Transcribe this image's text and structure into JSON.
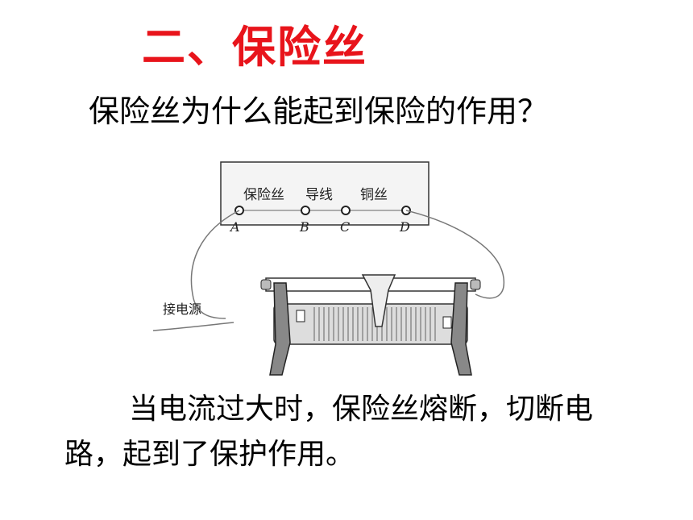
{
  "slide": {
    "title": "二、保险丝",
    "question": "保险丝为什么能起到保险的作用？",
    "answer": "当电流过大时，保险丝熔断，切断电路，起到了保护作用。"
  },
  "figure": {
    "board_labels": {
      "fuse": "保险丝",
      "wire": "导线",
      "copper": "铜丝"
    },
    "terminals": [
      "A",
      "B",
      "C",
      "D"
    ],
    "power_label": "接电源"
  }
}
